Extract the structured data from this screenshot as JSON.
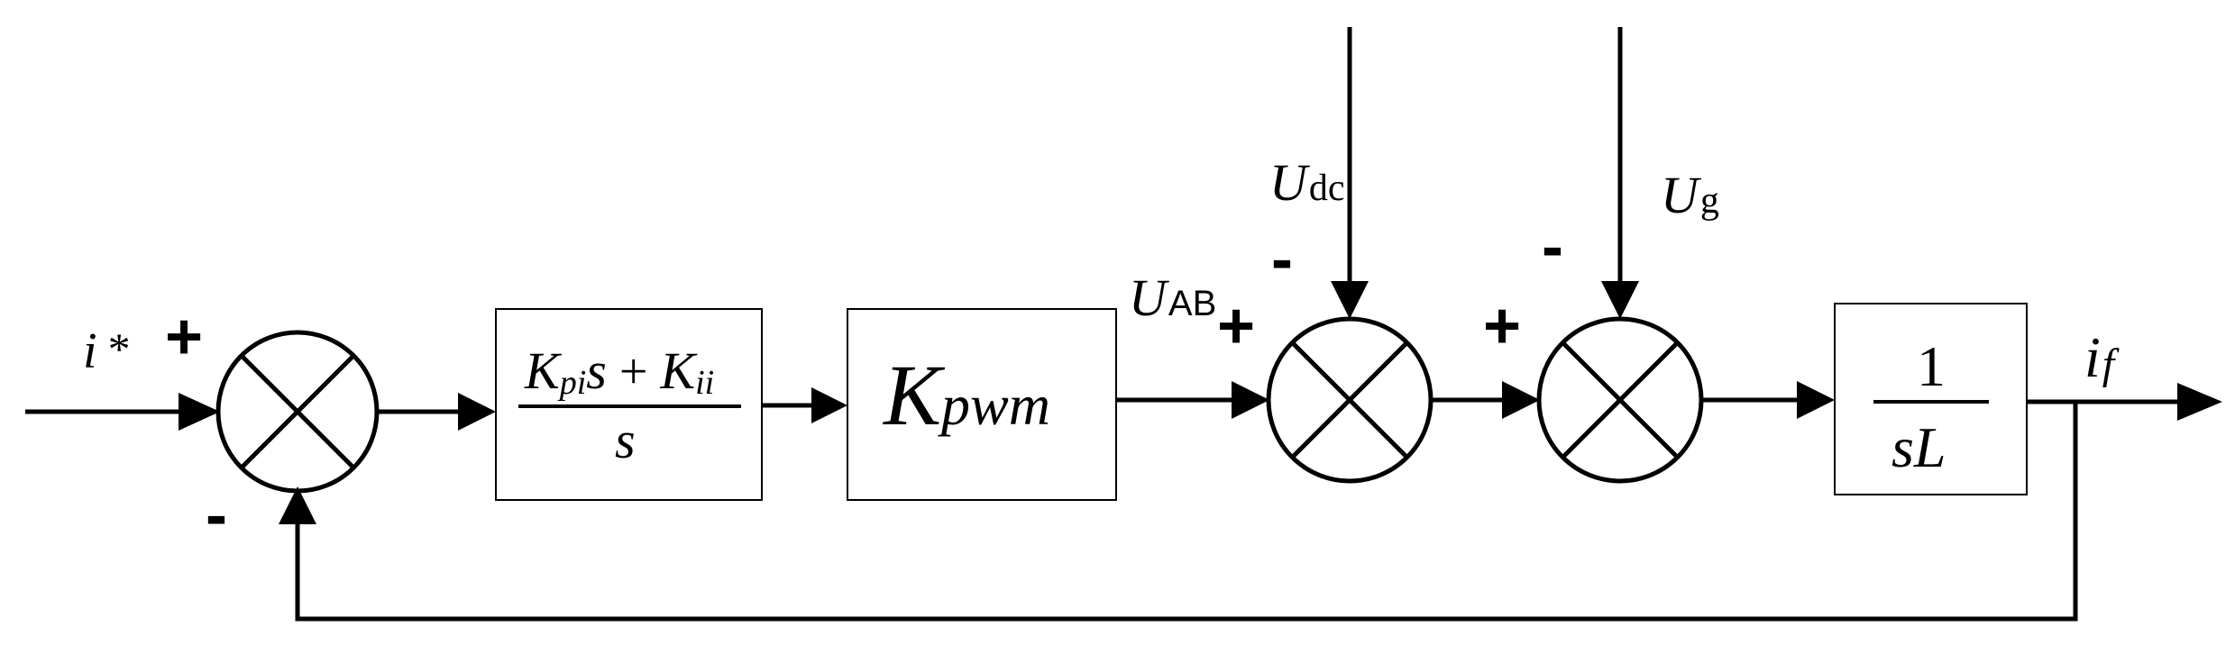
{
  "input_label": {
    "main": "i",
    "sup": "*"
  },
  "output_label": {
    "main": "i",
    "sub": "f"
  },
  "pi_block": {
    "k1": "K",
    "k1_sub": "pi",
    "s1": "s",
    "plus": "+",
    "k2": "K",
    "k2_sub": "ii",
    "den": "s"
  },
  "pwm_block": {
    "k": "K",
    "sub": "pwm"
  },
  "plant_block": {
    "num": "1",
    "den": "sL"
  },
  "uab_label": {
    "main": "U",
    "sub": "AB"
  },
  "udc_label": {
    "main": "U",
    "sub": "dc"
  },
  "ug_label": {
    "main": "U",
    "sub": "g"
  },
  "signs": {
    "sum1_plus": "+",
    "sum1_minus": "-",
    "sum2_plus": "+",
    "sum2_minus": "-",
    "sum3_plus": "+",
    "sum3_minus": "-"
  }
}
